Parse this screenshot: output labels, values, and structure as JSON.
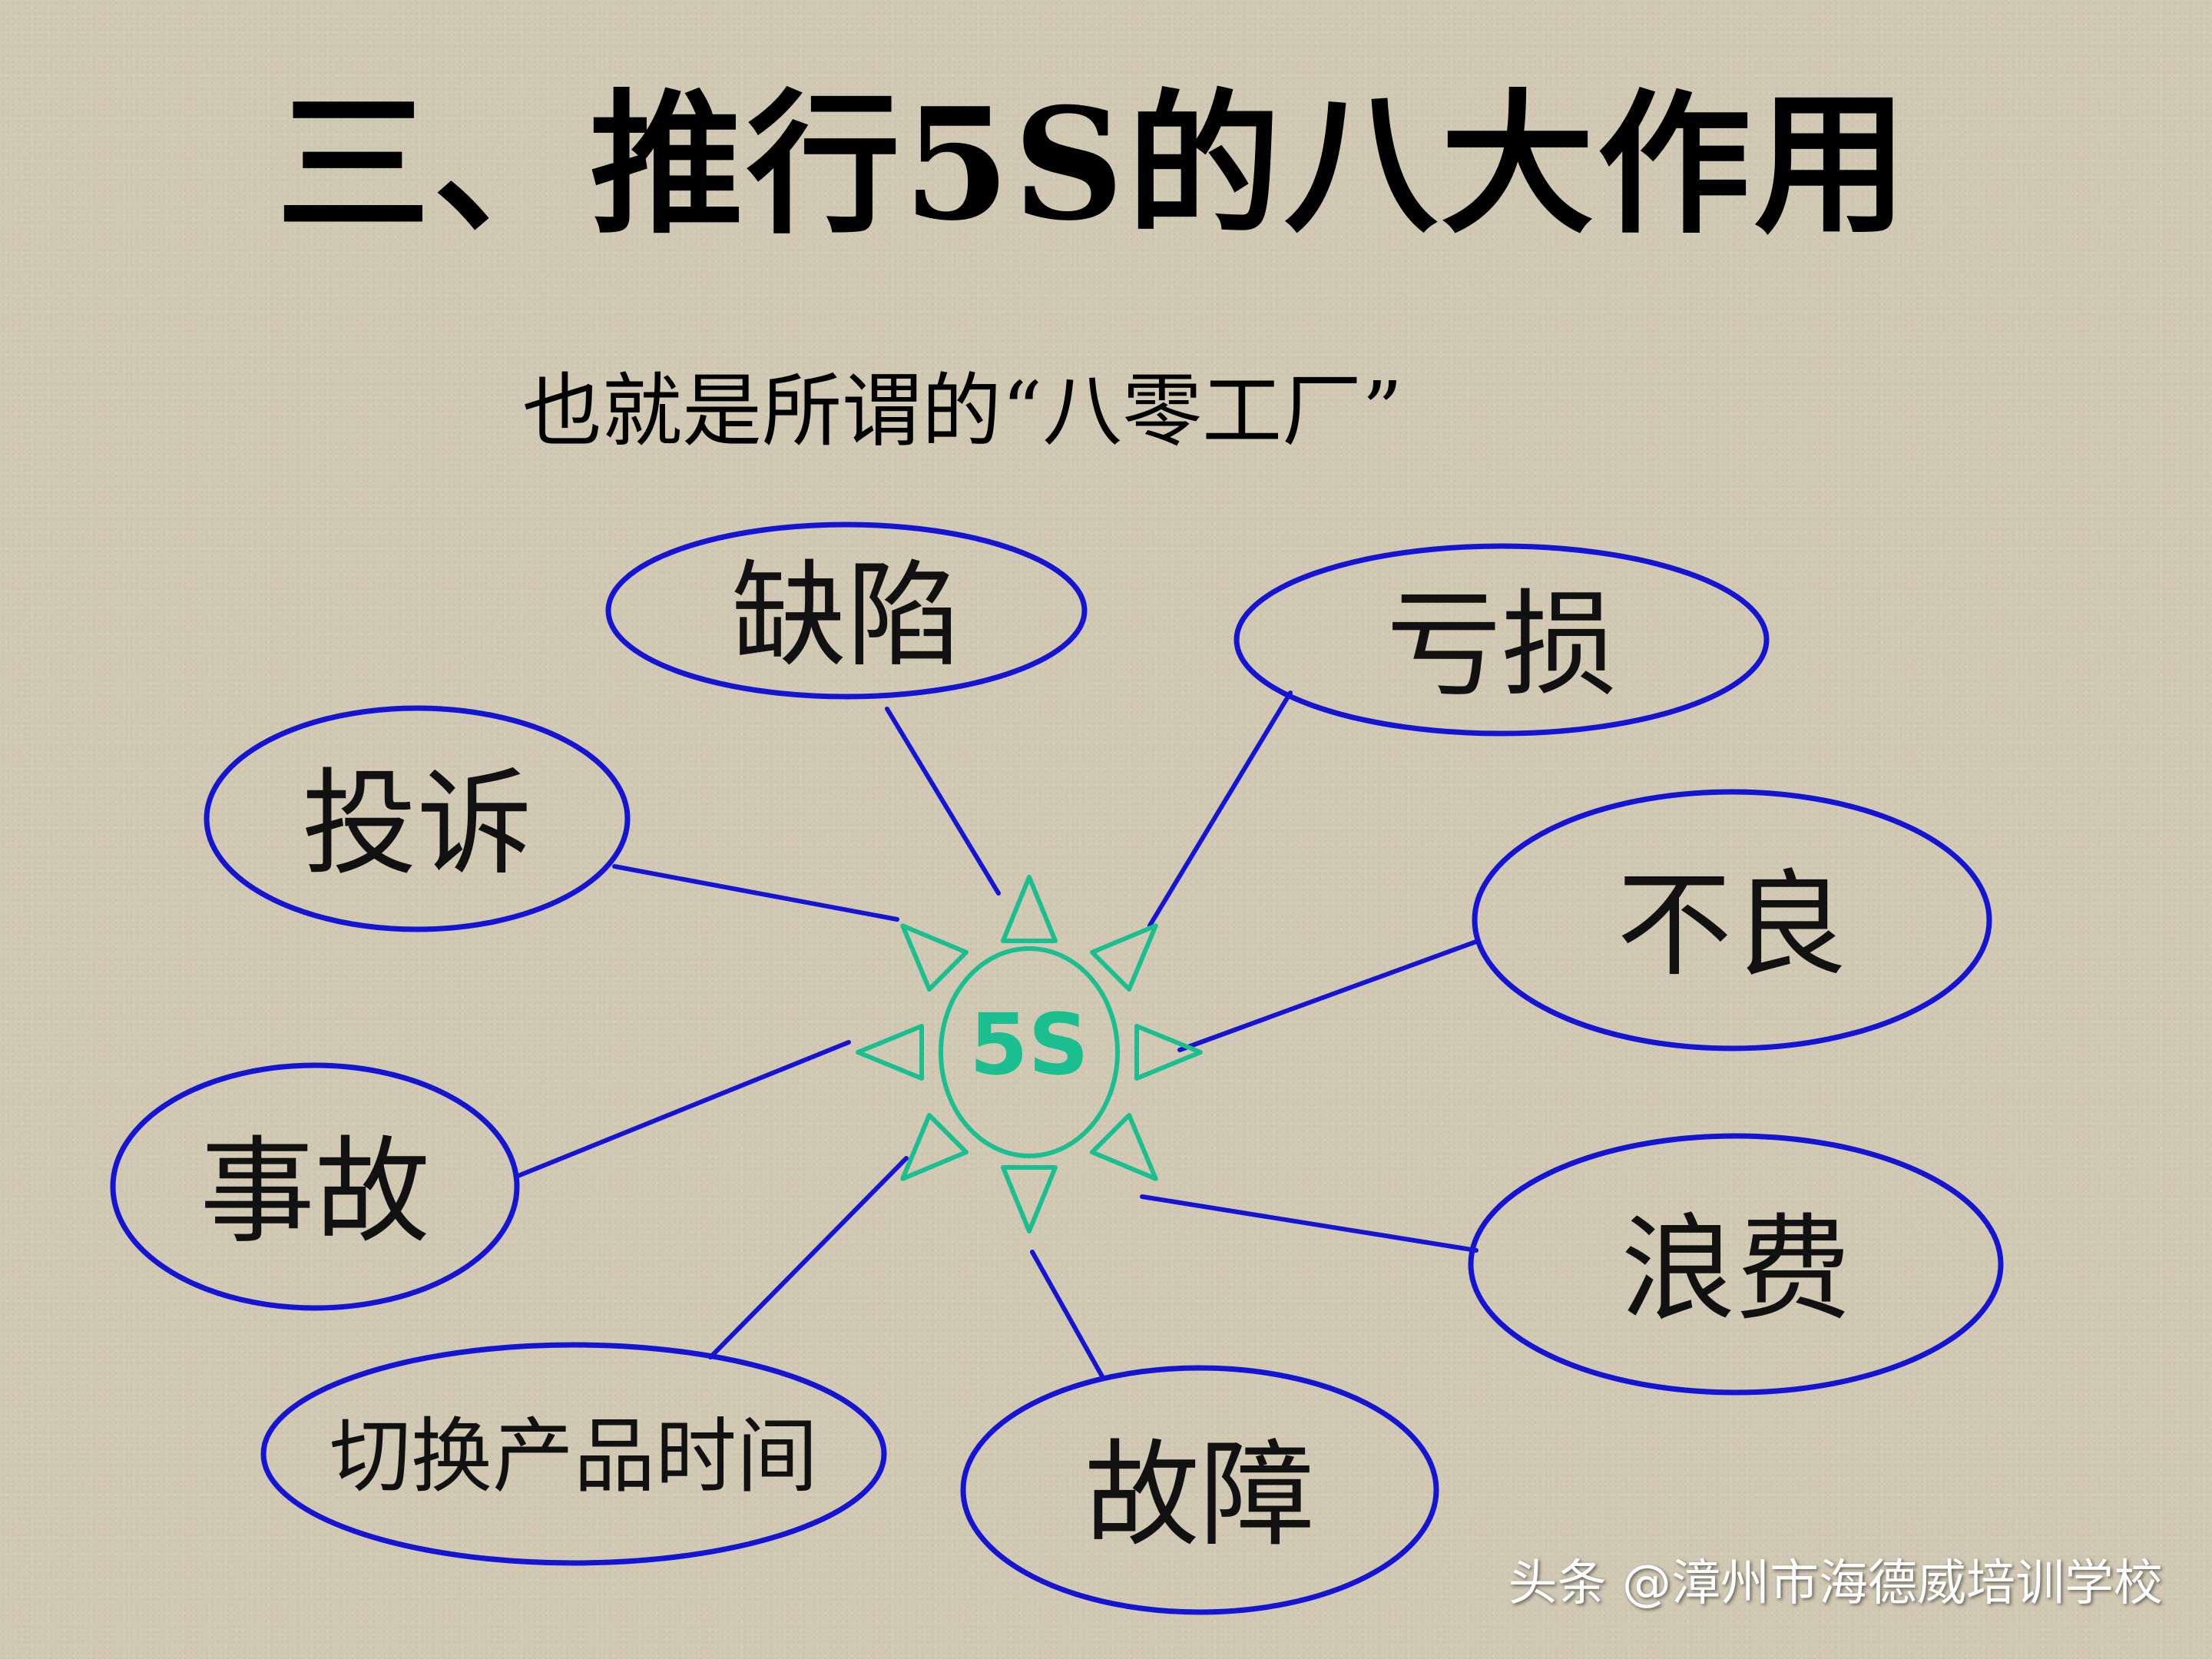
{
  "slide": {
    "title": "三、推行5S的八大作用",
    "subtitle": "也就是所谓的“八零工厂”"
  },
  "center": {
    "label": "5S",
    "color": "#1bbf8f"
  },
  "nodes": [
    {
      "id": "quexian",
      "label": "缺陷"
    },
    {
      "id": "kuisun",
      "label": "亏损"
    },
    {
      "id": "tousu",
      "label": "投诉"
    },
    {
      "id": "buliang",
      "label": "不良"
    },
    {
      "id": "shigu",
      "label": "事故"
    },
    {
      "id": "langfei",
      "label": "浪费"
    },
    {
      "id": "qiehuan",
      "label": "切换产品时间"
    },
    {
      "id": "guzhang",
      "label": "故障"
    }
  ],
  "colors": {
    "ellipse_stroke": "#1414d2",
    "connector": "#1414d2"
  },
  "watermark": "头条 @漳州市海德威培训学校"
}
